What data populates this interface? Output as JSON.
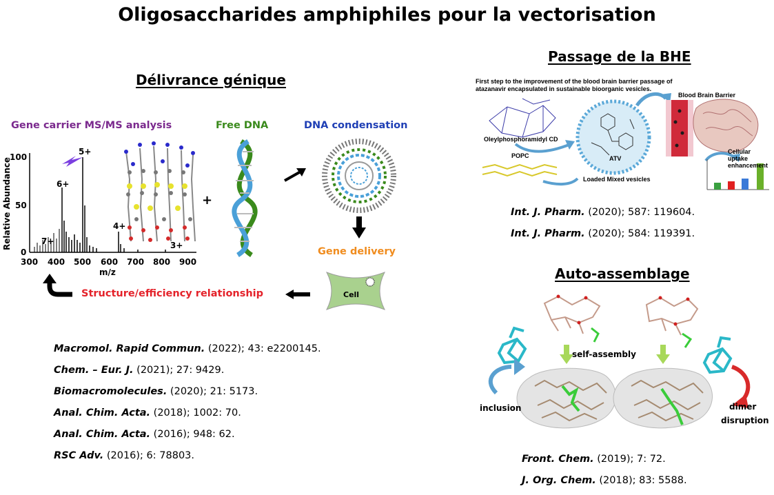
{
  "title": "Oligosaccharides amphiphiles pour la vectorisation",
  "sections": {
    "gene": {
      "title": "Délivrance génique",
      "labels": {
        "ms": "Gene carrier MS/MS analysis",
        "free_dna": "Free DNA",
        "condensation": "DNA condensation",
        "delivery": "Gene delivery",
        "structure": "Structure/efficiency relationship",
        "cell": "Cell",
        "plus": "+"
      },
      "spectrum": {
        "y_label": "Relative Abundance",
        "x_label": "m/z",
        "y_ticks": [
          "0",
          "50",
          "100"
        ],
        "x_ticks": [
          "300",
          "400",
          "500",
          "600",
          "700",
          "800",
          "900"
        ],
        "peaks": [
          "7+",
          "6+",
          "5+",
          "4+",
          "3+"
        ]
      },
      "refs": [
        {
          "journal": "Macromol. Rapid Commun.",
          "rest": " (2022); 43: e2200145."
        },
        {
          "journal": "Chem. – Eur. J.",
          "rest": " (2021); 27: 9429."
        },
        {
          "journal": "Biomacromolecules.",
          "rest": " (2020); 21: 5173."
        },
        {
          "journal": "Anal. Chim. Acta.",
          "rest": " (2018); 1002: 70."
        },
        {
          "journal": "Anal. Chim. Acta.",
          "rest": " (2016); 948: 62."
        },
        {
          "journal": "RSC Adv.",
          "rest": " (2016); 6: 78803."
        }
      ]
    },
    "bbb": {
      "title": "Passage de la BHE",
      "figure": {
        "caption": "First step to the improvement of the blood brain barrier passage of atazanavir encapsulated in sustainable bioorganic vesicles.",
        "bbb_label": "Blood Brain Barrier",
        "cd_label": "Oleylphosphoramidyl CD",
        "popc_label": "POPC",
        "atv_label": "ATV",
        "vesicles_label": "Loaded Mixed vesicles",
        "uptake_label": "Cellular uptake enhancement"
      },
      "refs": [
        {
          "journal": "Int. J. Pharm.",
          "rest": " (2020); 587: 119604."
        },
        {
          "journal": "Int. J. Pharm.",
          "rest": " (2020); 584: 119391."
        }
      ]
    },
    "self": {
      "title": "Auto-assemblage",
      "labels": {
        "self_assembly": "self-assembly",
        "inclusion": "inclusion",
        "dimer": "dimer",
        "disruption": "disruption"
      },
      "refs": [
        {
          "journal": "Front. Chem.",
          "rest": " (2019); 7: 72."
        },
        {
          "journal": "J. Org. Chem.",
          "rest": " (2018); 83: 5588."
        }
      ]
    }
  },
  "colors": {
    "ms": "#7b2a8e",
    "free_dna": "#3a8a1c",
    "condensation": "#1f3fb5",
    "delivery": "#f08c1e",
    "structure": "#e4222a",
    "cell": "#a9d18e"
  }
}
